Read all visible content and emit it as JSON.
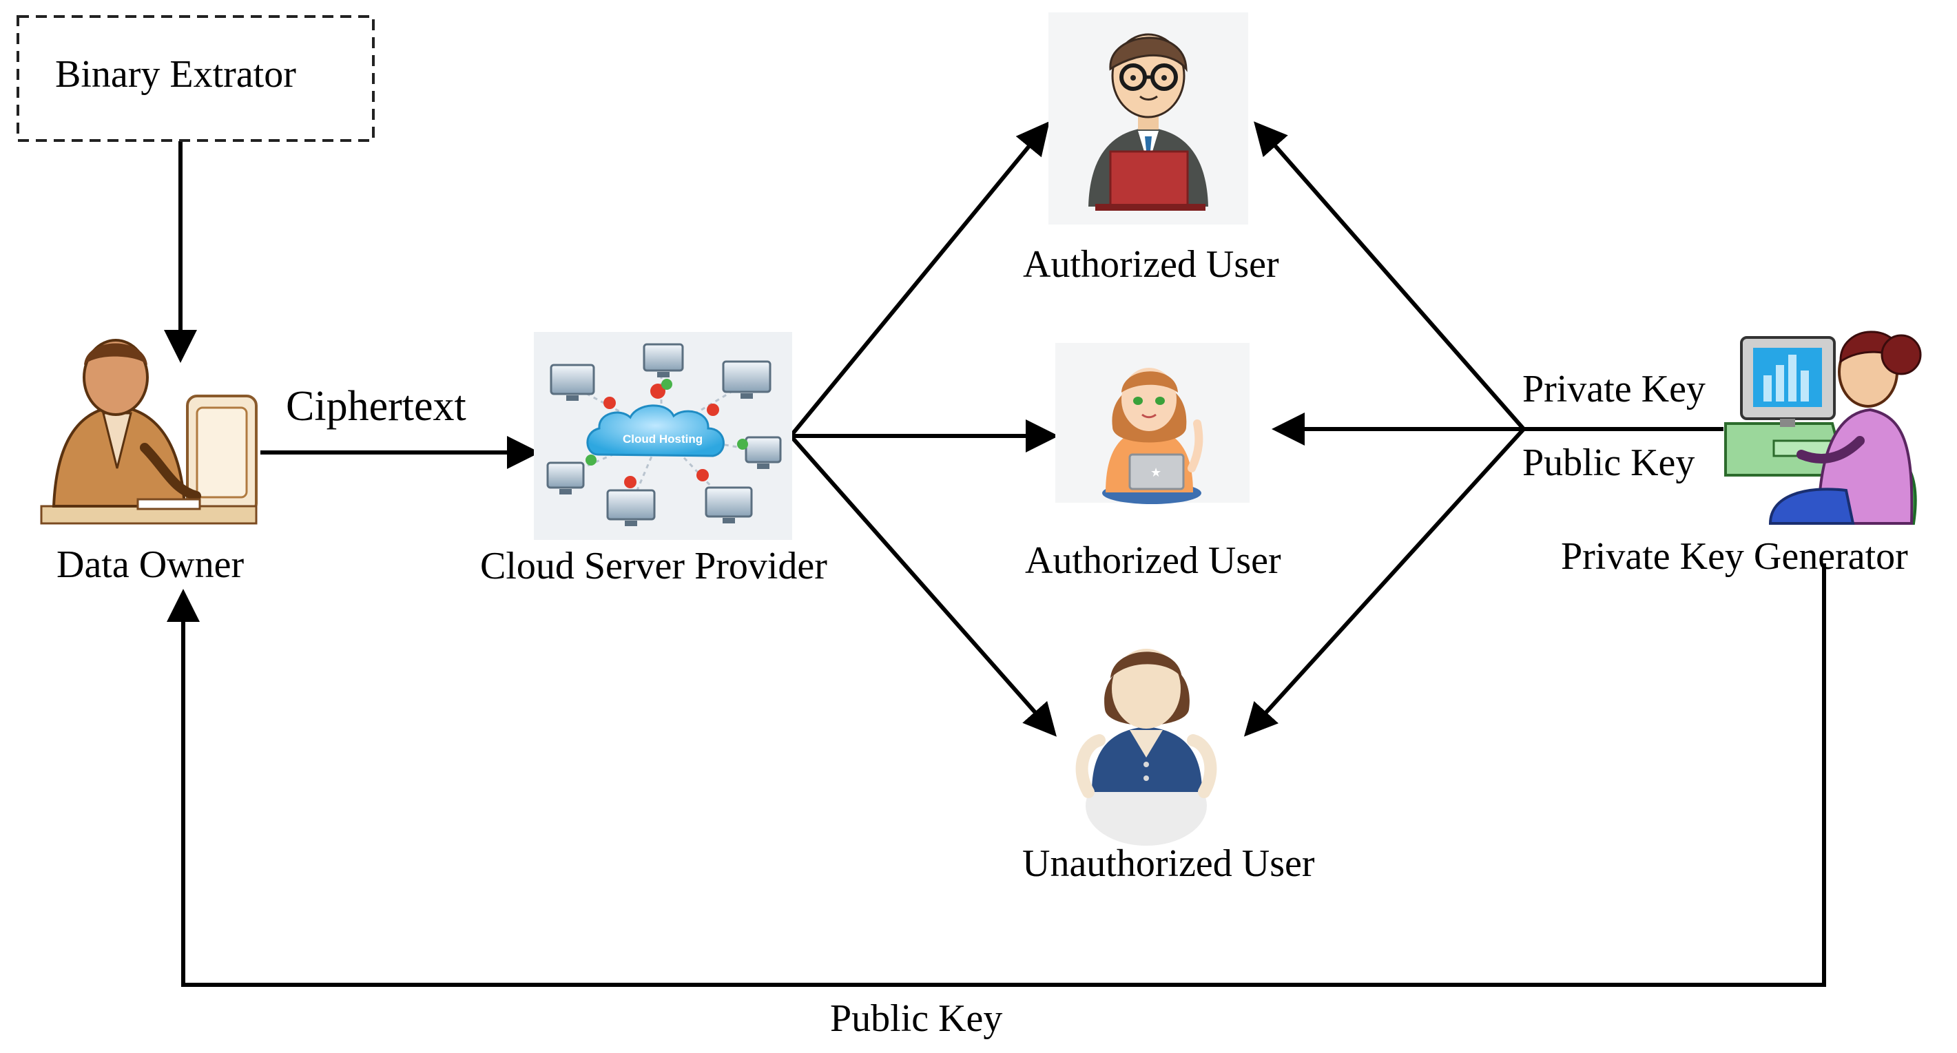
{
  "nodes": {
    "binary_extractor": "Binary Extrator",
    "data_owner": "Data Owner",
    "cloud_server_provider": "Cloud Server Provider",
    "cloud_hosting": "Cloud Hosting",
    "authorized_user_1": "Authorized User",
    "authorized_user_2": "Authorized User",
    "unauthorized_user": "Unauthorized User",
    "private_key_generator": "Private Key Generator"
  },
  "edges": {
    "ciphertext": "Ciphertext",
    "private_key": "Private Key",
    "public_key_right": "Public Key",
    "public_key_bottom": "Public Key"
  }
}
